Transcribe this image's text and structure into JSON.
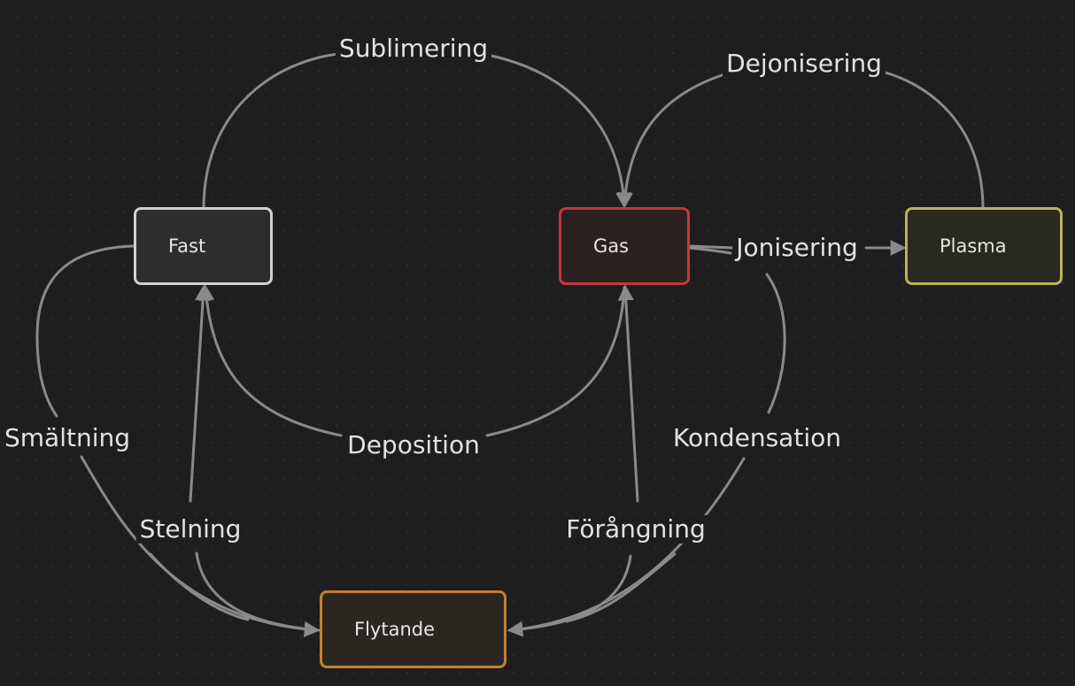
{
  "nodes": {
    "fast": {
      "label": "Fast",
      "border": "#d0d0d0",
      "fill": "#2d2d2d"
    },
    "gas": {
      "label": "Gas",
      "border": "#c0393f",
      "fill": "#2c2121"
    },
    "plasma": {
      "label": "Plasma",
      "border": "#b8b357",
      "fill": "#2a2920"
    },
    "flytande": {
      "label": "Flytande",
      "border": "#c47f30",
      "fill": "#2c2621"
    }
  },
  "edges": {
    "sublimering": "Sublimering",
    "dejonisering": "Dejonisering",
    "jonisering": "Jonisering",
    "smaltning": "Smältning",
    "stelning": "Stelning",
    "deposition": "Deposition",
    "kondensation": "Kondensation",
    "forangning": "Förångning"
  },
  "colors": {
    "background": "#1e1e1e",
    "edge": "#8a8a8a",
    "text": "#e2e2e2"
  }
}
